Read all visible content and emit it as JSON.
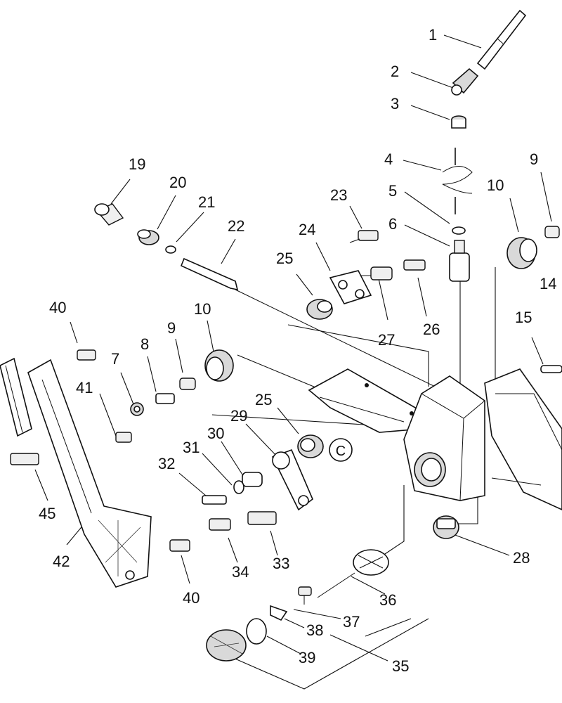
{
  "callouts": [
    {
      "id": "1",
      "label": "1"
    },
    {
      "id": "2",
      "label": "2"
    },
    {
      "id": "3",
      "label": "3"
    },
    {
      "id": "4",
      "label": "4"
    },
    {
      "id": "5",
      "label": "5"
    },
    {
      "id": "6",
      "label": "6"
    },
    {
      "id": "9a",
      "label": "9"
    },
    {
      "id": "10a",
      "label": "10"
    },
    {
      "id": "14",
      "label": "14"
    },
    {
      "id": "15",
      "label": "15"
    },
    {
      "id": "19",
      "label": "19"
    },
    {
      "id": "20",
      "label": "20"
    },
    {
      "id": "21",
      "label": "21"
    },
    {
      "id": "22",
      "label": "22"
    },
    {
      "id": "23",
      "label": "23"
    },
    {
      "id": "24",
      "label": "24"
    },
    {
      "id": "25a",
      "label": "25"
    },
    {
      "id": "26",
      "label": "26"
    },
    {
      "id": "27",
      "label": "27"
    },
    {
      "id": "40a",
      "label": "40"
    },
    {
      "id": "10b",
      "label": "10"
    },
    {
      "id": "9b",
      "label": "9"
    },
    {
      "id": "8",
      "label": "8"
    },
    {
      "id": "7",
      "label": "7"
    },
    {
      "id": "41",
      "label": "41"
    },
    {
      "id": "25b",
      "label": "25"
    },
    {
      "id": "29",
      "label": "29"
    },
    {
      "id": "30",
      "label": "30"
    },
    {
      "id": "31",
      "label": "31"
    },
    {
      "id": "32",
      "label": "32"
    },
    {
      "id": "45",
      "label": "45"
    },
    {
      "id": "42",
      "label": "42"
    },
    {
      "id": "34",
      "label": "34"
    },
    {
      "id": "33",
      "label": "33"
    },
    {
      "id": "40b",
      "label": "40"
    },
    {
      "id": "28",
      "label": "28"
    },
    {
      "id": "36",
      "label": "36"
    },
    {
      "id": "37",
      "label": "37"
    },
    {
      "id": "38",
      "label": "38"
    },
    {
      "id": "35",
      "label": "35"
    },
    {
      "id": "39",
      "label": "39"
    }
  ],
  "detail_marker": "C"
}
